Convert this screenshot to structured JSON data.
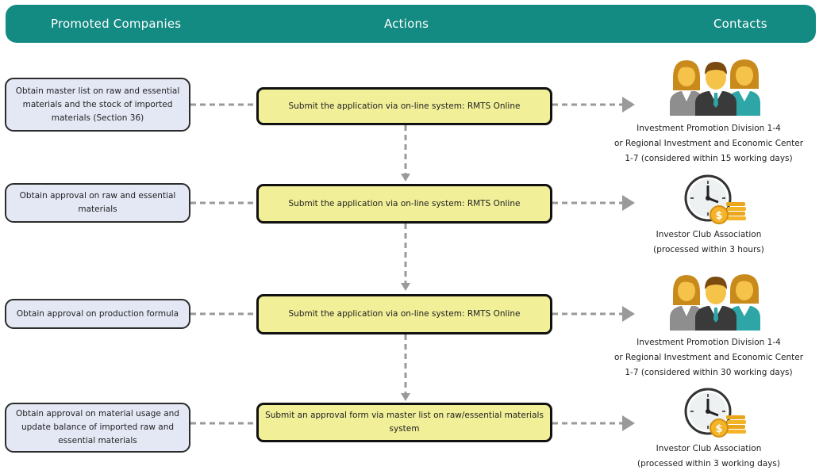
{
  "header": {
    "col1": "Promoted Companies",
    "col2": "Actions",
    "col3": "Contacts"
  },
  "steps": [
    {
      "left": "Obtain master list on raw and essential materials and the stock of imported materials (Section 36)",
      "action": "Submit the application via on-line system: RMTS Online",
      "contact_icon": "people-group-icon",
      "contact_lines": [
        "Investment Promotion Division 1-4",
        "or Regional Investment and Economic Center",
        "1-7 (considered within 15 working days)"
      ]
    },
    {
      "left": "Obtain approval on raw and essential materials",
      "action": "Submit the application via on-line system: RMTS Online",
      "contact_icon": "clock-coins-icon",
      "contact_lines": [
        "Investor Club Association",
        "(processed within 3 hours)"
      ]
    },
    {
      "left": "Obtain approval on production formula",
      "action": "Submit the application via on-line system: RMTS Online",
      "contact_icon": "people-group-icon",
      "contact_lines": [
        "Investment Promotion Division 1-4",
        "or Regional Investment and Economic Center",
        "1-7 (considered within 30 working days)"
      ]
    },
    {
      "left": "Obtain approval on material usage and update balance of imported raw and essential materials",
      "action": "Submit an approval form via master list on raw/essential materials system",
      "contact_icon": "clock-coins-icon",
      "contact_lines": [
        "Investor Club Association",
        "(processed within 3 working days)"
      ]
    }
  ],
  "colors": {
    "header": "#138a82",
    "left_box": "#e4e8f5",
    "action_box": "#f1ef98",
    "connector": "#9a9a9a"
  }
}
